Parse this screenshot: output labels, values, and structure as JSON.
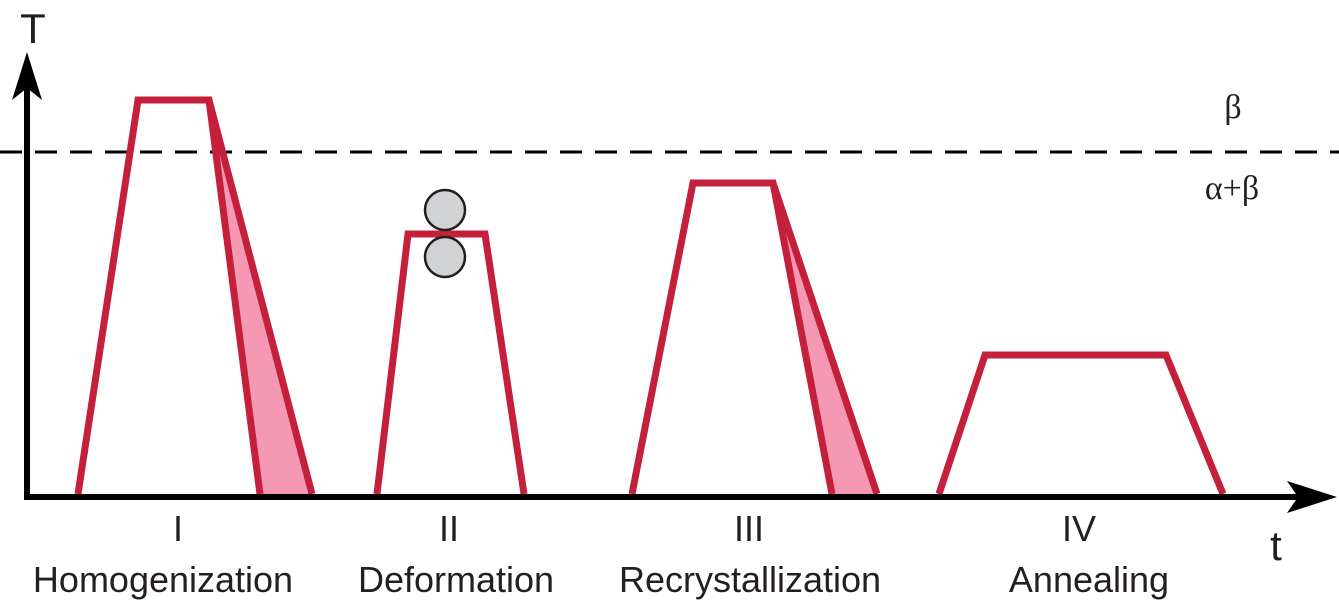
{
  "axes": {
    "y_label": "T",
    "x_label": "t"
  },
  "phases": {
    "upper": "β",
    "lower": "α+β"
  },
  "stages": [
    {
      "numeral": "I",
      "name": "Homogenization"
    },
    {
      "numeral": "II",
      "name": "Deformation"
    },
    {
      "numeral": "III",
      "name": "Recrystallization"
    },
    {
      "numeral": "IV",
      "name": "Annealing"
    }
  ],
  "colors": {
    "profile_line": "#c41f3b",
    "cooling_fill": "#f598b4",
    "roller_fill": "#d1d2d4",
    "axis": "#000000"
  }
}
